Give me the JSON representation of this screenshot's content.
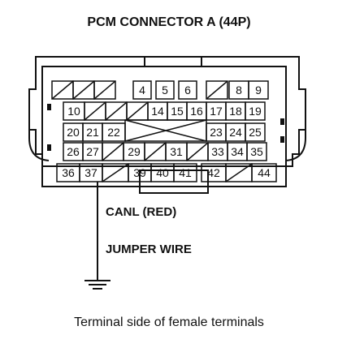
{
  "title": "PCM CONNECTOR A (44P)",
  "callouts": {
    "wire_color": "CANL (RED)",
    "jumper": "JUMPER WIRE"
  },
  "caption": "Terminal side of female terminals",
  "pins": {
    "row1": [
      "",
      "",
      "",
      "4",
      "5",
      "6",
      "",
      "8",
      "9"
    ],
    "row2": [
      "10",
      "",
      "",
      "",
      "14",
      "15",
      "16",
      "17",
      "18",
      "19"
    ],
    "row3_left": [
      "20",
      "21",
      "22"
    ],
    "row3_right": [
      "23",
      "24",
      "25"
    ],
    "row4_left": [
      "26",
      "27",
      "",
      "29",
      "",
      "31",
      ""
    ],
    "row4_right": [
      "33",
      "34",
      "35"
    ],
    "row5": [
      "36",
      "37",
      "",
      "39",
      "40",
      "41",
      "42",
      "",
      "44"
    ]
  },
  "colors": {
    "ink": "#111111",
    "paper": "#ffffff"
  }
}
